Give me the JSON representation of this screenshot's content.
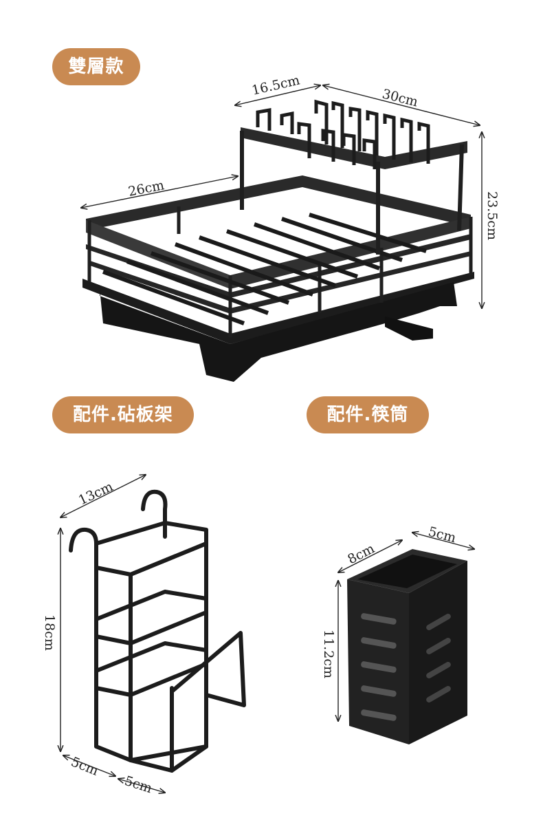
{
  "badges": {
    "double_layer": "雙層款",
    "board_rack": "配件.砧板架",
    "chopstick_holder": "配件.筷筒"
  },
  "dimensions": {
    "main_top_left": "16.5cm",
    "main_top_right": "30cm",
    "main_left": "26cm",
    "main_height": "23.5cm",
    "board_top": "13cm",
    "board_height": "18cm",
    "board_bottom_left": "5cm",
    "board_bottom_right": "5cm",
    "chop_top_left": "8cm",
    "chop_top_right": "5cm",
    "chop_height": "11.2cm"
  },
  "colors": {
    "badge": "#c98a52",
    "product": "#1e1e1e"
  }
}
